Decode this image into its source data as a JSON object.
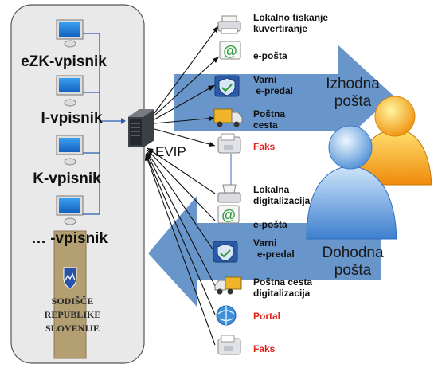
{
  "registers": {
    "items": [
      "eZK-vpisnik",
      "I-vpisnik",
      "K-vpisnik",
      "… -vpisnik"
    ],
    "court": [
      "SODIŠČE",
      "REPUBLIKE SLOVENIJE"
    ]
  },
  "hub": {
    "label": "EVIP"
  },
  "outgoing": {
    "title": [
      "Izhodna",
      "pošta"
    ],
    "channels": [
      {
        "icon": "printer-icon",
        "lines": [
          "Lokalno tiskanje",
          "kuvertiranje"
        ],
        "color": "#111111"
      },
      {
        "icon": "email-icon",
        "lines": [
          "e-pošta"
        ],
        "color": "#111111"
      },
      {
        "icon": "secure-mailbox-icon",
        "lines": [
          "Varni",
          " e-predal"
        ],
        "color": "#111111"
      },
      {
        "icon": "post-truck-icon",
        "lines": [
          "Poštna",
          "cesta"
        ],
        "color": "#111111"
      },
      {
        "icon": "fax-icon",
        "lines": [
          "Faks"
        ],
        "color": "#e0201c"
      }
    ]
  },
  "incoming": {
    "title": [
      "Dohodna",
      "pošta"
    ],
    "channels": [
      {
        "icon": "scanner-icon",
        "lines": [
          "Lokalna",
          "digitalizacija"
        ],
        "color": "#111111"
      },
      {
        "icon": "email-icon",
        "lines": [
          "e-pošta"
        ],
        "color": "#111111"
      },
      {
        "icon": "secure-mailbox-icon",
        "lines": [
          "Varni",
          "e-predal"
        ],
        "color": "#111111"
      },
      {
        "icon": "post-truck-icon",
        "lines": [
          "Poštna cesta",
          "digitalizacija"
        ],
        "color": "#111111"
      },
      {
        "icon": "portal-icon",
        "lines": [
          "Portal"
        ],
        "color": "#e0201c"
      },
      {
        "icon": "fax-icon",
        "lines": [
          "Faks"
        ],
        "color": "#e0201c"
      }
    ]
  },
  "colors": {
    "arrow": "#5b8cc6",
    "panel": "#e9e9e9",
    "accent_red": "#e0201c"
  }
}
